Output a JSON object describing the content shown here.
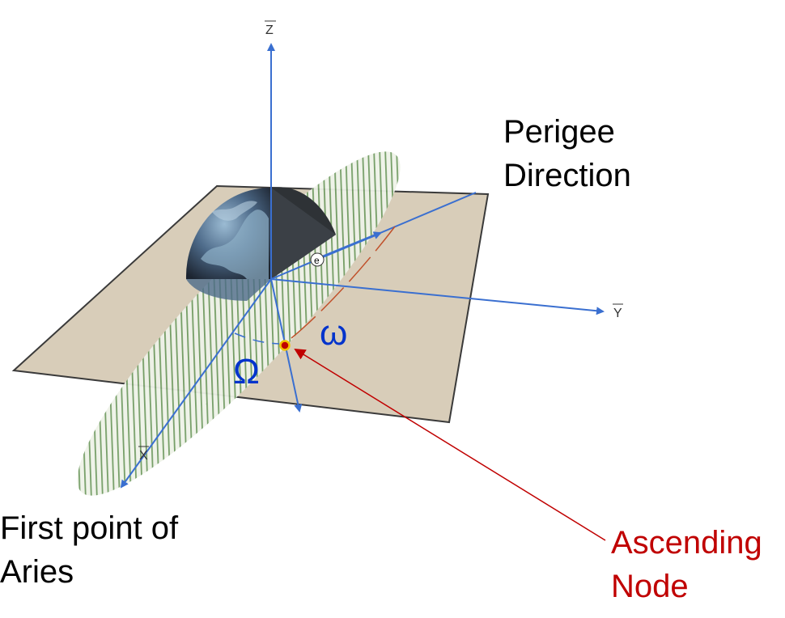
{
  "labels": {
    "z_axis": "Z",
    "y_axis": "Y",
    "x_axis": "X",
    "e_vector": "e",
    "perigee_line1": "Perigee",
    "perigee_line2": "Direction",
    "aries_line1": "First point of",
    "aries_line2": "Aries",
    "node_line1": "Ascending",
    "node_line2": "Node",
    "raan_symbol": "Ω",
    "argp_symbol": "ω"
  },
  "colors": {
    "plane_fill": "#d8cdb9",
    "plane_edge": "#3a3a3a",
    "orbit_green": "#6f9a60",
    "axis_blue": "#3a6fd0",
    "label_blue": "#0033cc",
    "node_red": "#c00000",
    "node_dot": "#f2c200",
    "earth_dark": "#2e3236",
    "earth_ocean": "#4e6b8a",
    "earth_land": "#8fb0c8"
  }
}
